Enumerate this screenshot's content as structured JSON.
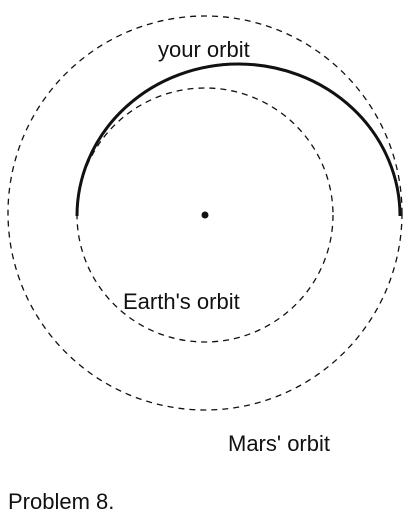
{
  "labels": {
    "your_orbit": "your orbit",
    "earths_orbit": "Earth's orbit",
    "mars_orbit": "Mars' orbit"
  },
  "caption": "Problem 8.",
  "colors": {
    "ink": "#111111",
    "background": "#ffffff"
  }
}
